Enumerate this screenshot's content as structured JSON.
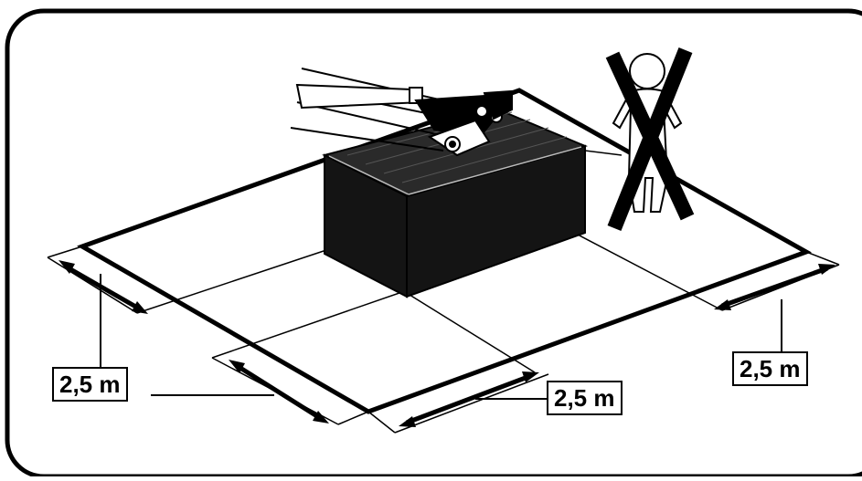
{
  "labels": {
    "dim_left": "2,5 m",
    "dim_bottom": "2,5 m",
    "dim_right": "2,5 m"
  },
  "colors": {
    "ink": "#000000",
    "paper": "#ffffff",
    "cube": "#141414"
  },
  "icons": {
    "machine": "telescopic-boom-attachment",
    "prohibited_person": "person-crossed-out"
  }
}
